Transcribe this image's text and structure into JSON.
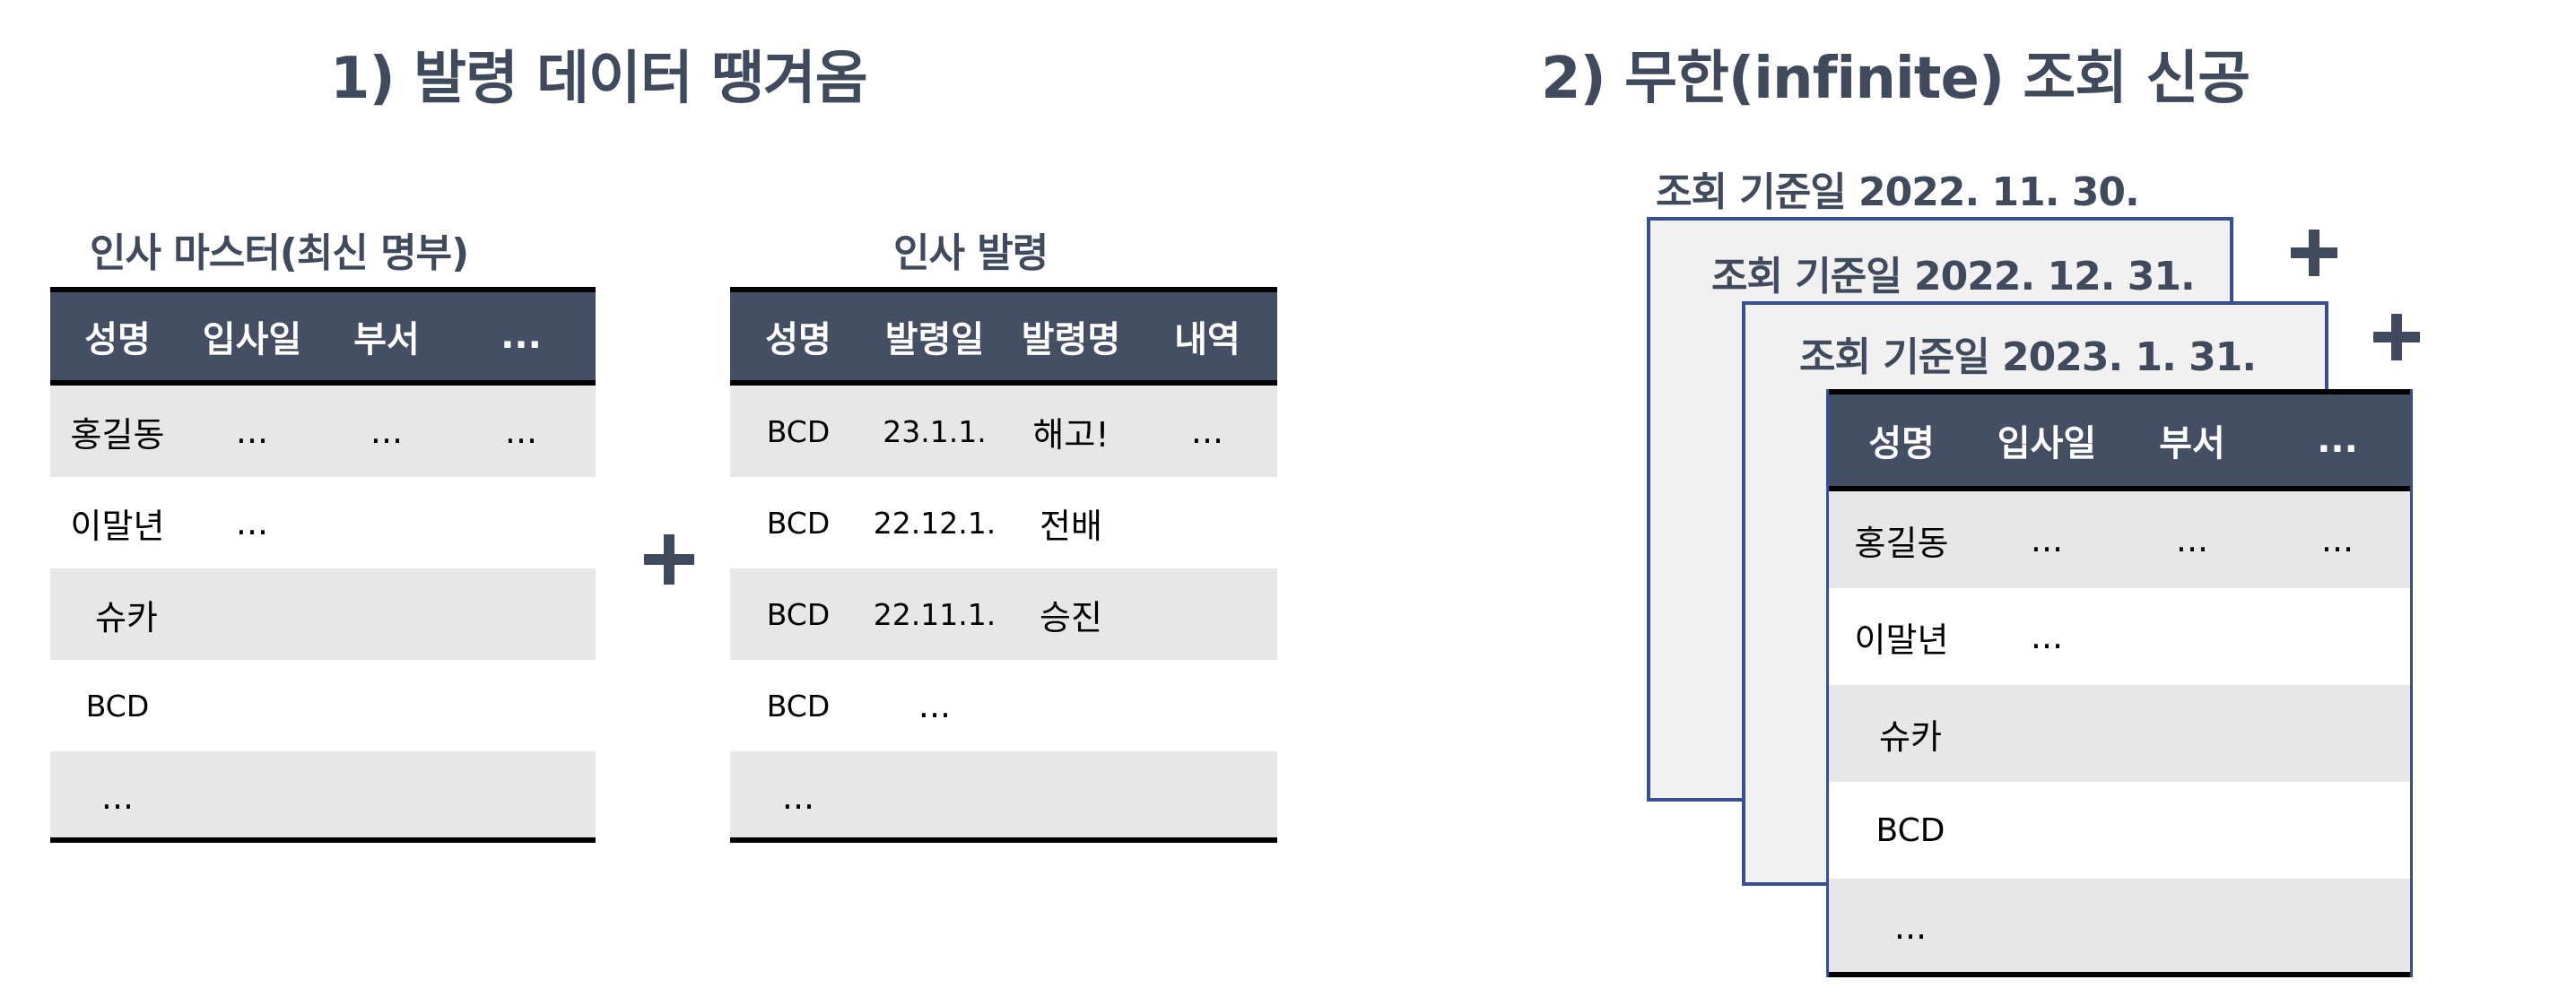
{
  "left_section": {
    "title": "1) 발령 데이터 땡겨옴",
    "master_caption": "인사 마스터(최신 명부)",
    "master_headers": [
      "성명",
      "입사일",
      "부서",
      "..."
    ],
    "master_rows": [
      [
        "홍길동",
        "...",
        "...",
        "..."
      ],
      [
        "이말년",
        "...",
        "",
        ""
      ],
      [
        "슈카",
        "",
        "",
        ""
      ],
      [
        "BCD",
        "",
        "",
        ""
      ],
      [
        "...",
        "",
        "",
        ""
      ]
    ],
    "appoint_caption": "인사 발령",
    "appoint_headers": [
      "성명",
      "발령일",
      "발령명",
      "내역"
    ],
    "appoint_rows": [
      [
        "BCD",
        "23.1.1.",
        "해고!",
        "..."
      ],
      [
        "BCD",
        "22.12.1.",
        "전배",
        ""
      ],
      [
        "BCD",
        "22.11.1.",
        "승진",
        ""
      ],
      [
        "BCD",
        "...",
        "",
        ""
      ],
      [
        "...",
        "",
        "",
        ""
      ]
    ]
  },
  "right_section": {
    "title": "2) 무한(infinite) 조회 신공",
    "card_titles": [
      "조회 기준일 2022. 11. 30.",
      "조회 기준일 2022. 12. 31.",
      "조회 기준일 2023. 1. 31."
    ],
    "front_headers": [
      "성명",
      "입사일",
      "부서",
      "..."
    ],
    "front_rows": [
      [
        "홍길동",
        "...",
        "...",
        "..."
      ],
      [
        "이말년",
        "...",
        "",
        ""
      ],
      [
        "슈카",
        "",
        "",
        ""
      ],
      [
        "BCD",
        "",
        "",
        ""
      ],
      [
        "...",
        "",
        "",
        ""
      ]
    ]
  },
  "colors": {
    "header_bg": "#444f63",
    "title_text": "#3f4a5c",
    "card_border": "#3a4f8f",
    "stripe": "#e7e7e7"
  }
}
